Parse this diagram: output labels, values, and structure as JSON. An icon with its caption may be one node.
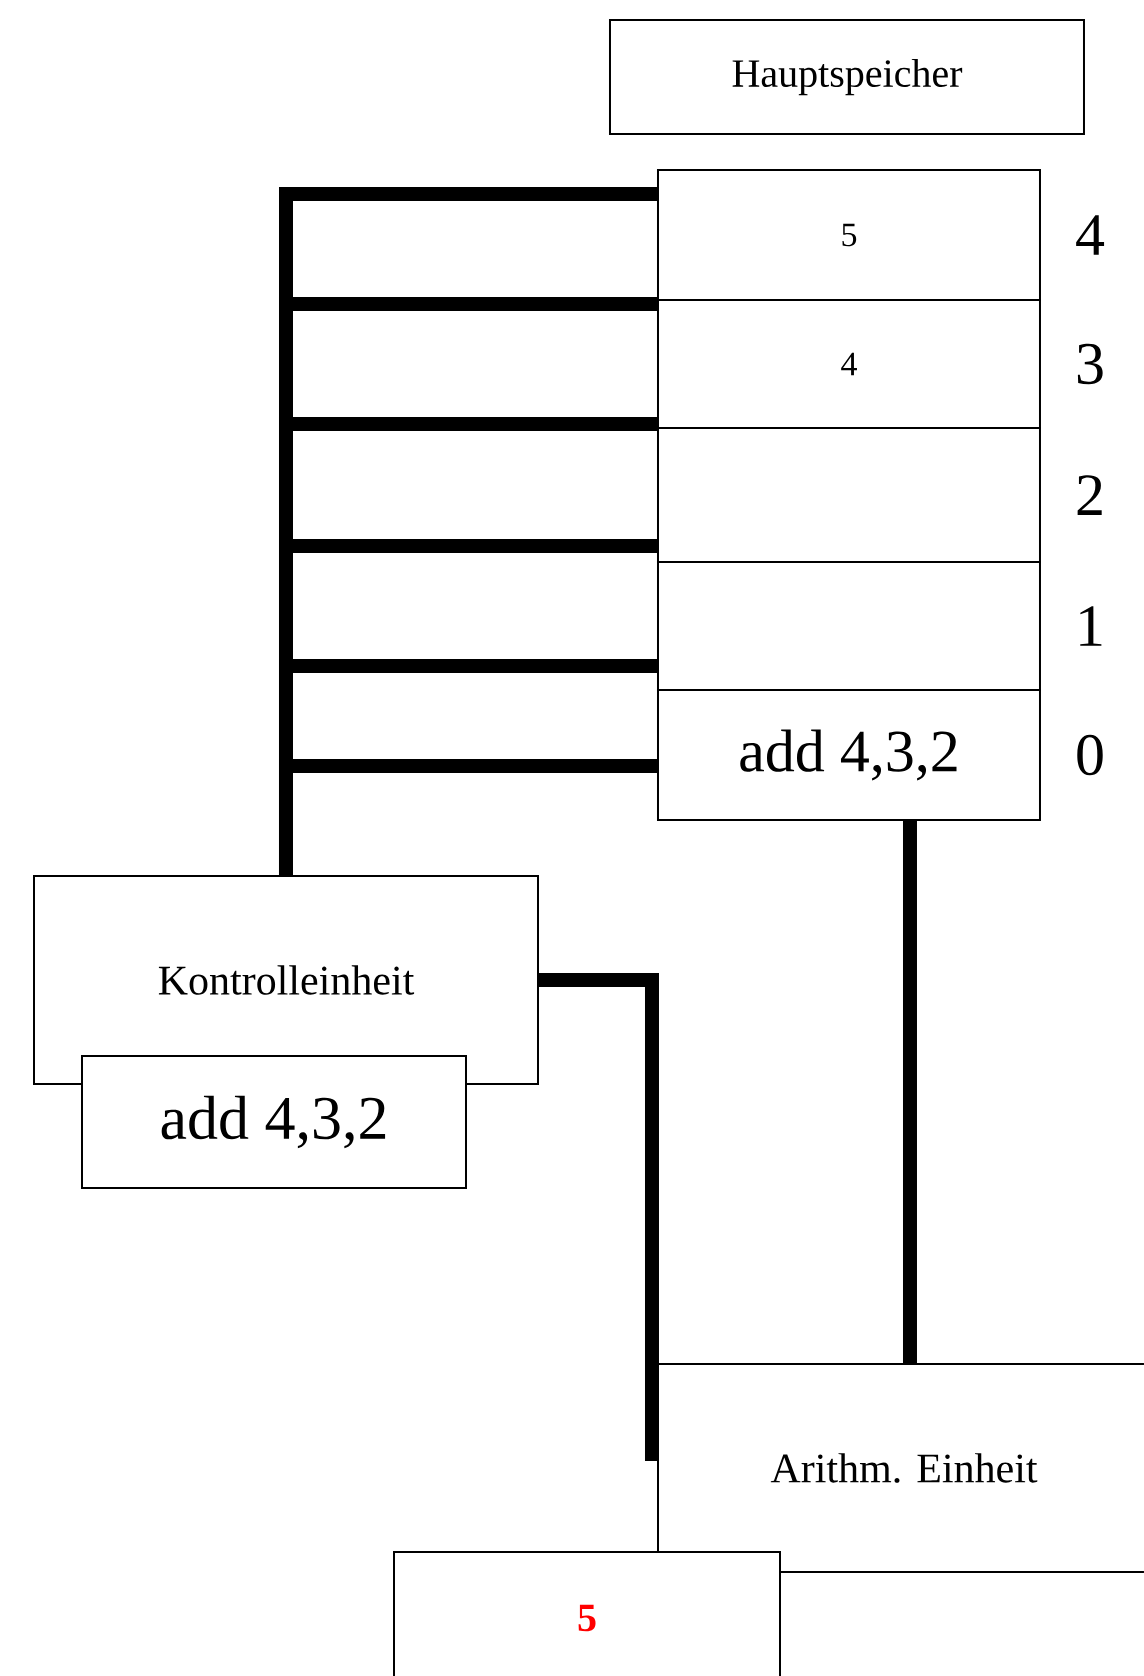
{
  "diagram": {
    "nodes": [
      {
        "text": [
          "Hauptspeicher"
        ]
      },
      {
        "text": [
          "5"
        ],
        "beside": [
          "4"
        ]
      },
      {
        "text": [
          "4"
        ],
        "beside": [
          "3"
        ]
      },
      {
        "text": [],
        "shape": "box",
        "beside": [
          "2"
        ]
      },
      {
        "text": [],
        "shape": "box",
        "beside": [
          "1"
        ]
      },
      {
        "text": [
          "add 4,3,2"
        ],
        "beside": [
          "0"
        ]
      },
      {
        "text": [
          "Kontrolleinheit"
        ]
      },
      {
        "text": [
          "add 4,3,2"
        ]
      },
      {
        "text": [
          "Arithm. Einheit"
        ]
      },
      {
        "text": [
          "5"
        ]
      }
    ],
    "edges": [
      {
        "from": 6,
        "to": 1,
        "arrow": "none"
      },
      {
        "from": 6,
        "to": 2,
        "arrow": "none"
      },
      {
        "from": 6,
        "to": 3,
        "arrow": "none"
      },
      {
        "from": 6,
        "to": 4,
        "arrow": "none"
      },
      {
        "from": 6,
        "to": 4,
        "arrow": "none"
      },
      {
        "from": 6,
        "to": 5,
        "arrow": "none"
      },
      {
        "from": 6,
        "to": 8,
        "arrow": "none"
      },
      {
        "from": 5,
        "to": 8,
        "arrow": "none"
      }
    ]
  }
}
